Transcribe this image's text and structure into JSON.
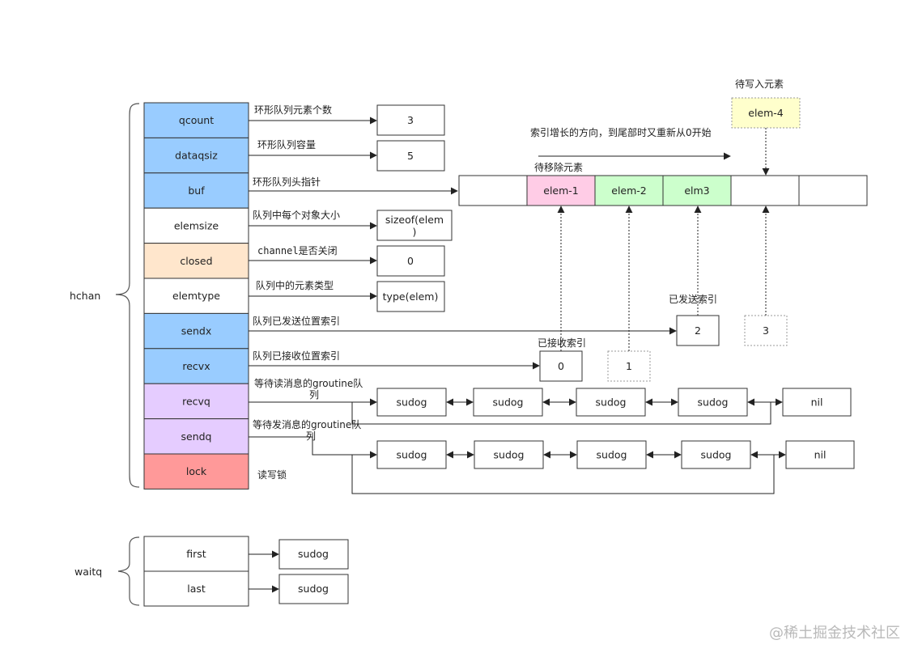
{
  "hchan": {
    "label": "hchan",
    "fields": [
      {
        "name": "qcount",
        "color": "#99ccff"
      },
      {
        "name": "dataqsiz",
        "color": "#99ccff"
      },
      {
        "name": "buf",
        "color": "#99ccff"
      },
      {
        "name": "elemsize",
        "color": "#ffffff"
      },
      {
        "name": "closed",
        "color": "#ffe6cc"
      },
      {
        "name": "elemtype",
        "color": "#ffffff"
      },
      {
        "name": "sendx",
        "color": "#99ccff"
      },
      {
        "name": "recvx",
        "color": "#99ccff"
      },
      {
        "name": "recvq",
        "color": "#e5ccff"
      },
      {
        "name": "sendq",
        "color": "#e5ccff"
      },
      {
        "name": "lock",
        "color": "#ff9999"
      }
    ],
    "annotations": [
      "环形队列元素个数",
      "环形队列容量",
      "环形队列头指针",
      "队列中每个对象大小",
      "channel是否关闭",
      "队列中的元素类型",
      "队列已发送位置索引",
      "队列已接收位置索引",
      "等待读消息的groutine队列",
      "等待发消息的groutine队列",
      "读写锁"
    ],
    "values": {
      "qcount": "3",
      "dataqsiz": "5",
      "elemsize": "sizeof(elem)",
      "closed": "0",
      "elemtype": "type(elem)"
    }
  },
  "buffer": {
    "cells": [
      {
        "text": "",
        "color": "#ffffff"
      },
      {
        "text": "elem-1",
        "color": "#ffcce6"
      },
      {
        "text": "elem-2",
        "color": "#ccffcc"
      },
      {
        "text": "elm3",
        "color": "#ccffcc"
      },
      {
        "text": "",
        "color": "#ffffff"
      },
      {
        "text": "",
        "color": "#ffffff"
      }
    ],
    "direction_note": "索引增长的方向，到尾部时又重新从0开始",
    "remove_note": "待移除元素",
    "pending_note": "待写入元素",
    "pending_elem": "elem-4",
    "pending_color": "#ffffcc"
  },
  "indices": {
    "recv_note": "已接收索引",
    "send_note": "已发送索引",
    "recv_boxes": [
      "0",
      "1"
    ],
    "send_boxes": [
      "2",
      "3"
    ]
  },
  "recvq_list": [
    "sudog",
    "sudog",
    "sudog",
    "sudog",
    "nil"
  ],
  "sendq_list": [
    "sudog",
    "sudog",
    "sudog",
    "sudog",
    "nil"
  ],
  "waitq": {
    "label": "waitq",
    "fields": [
      "first",
      "last"
    ],
    "targets": [
      "sudog",
      "sudog"
    ]
  },
  "watermark": "@稀土掘金技术社区"
}
